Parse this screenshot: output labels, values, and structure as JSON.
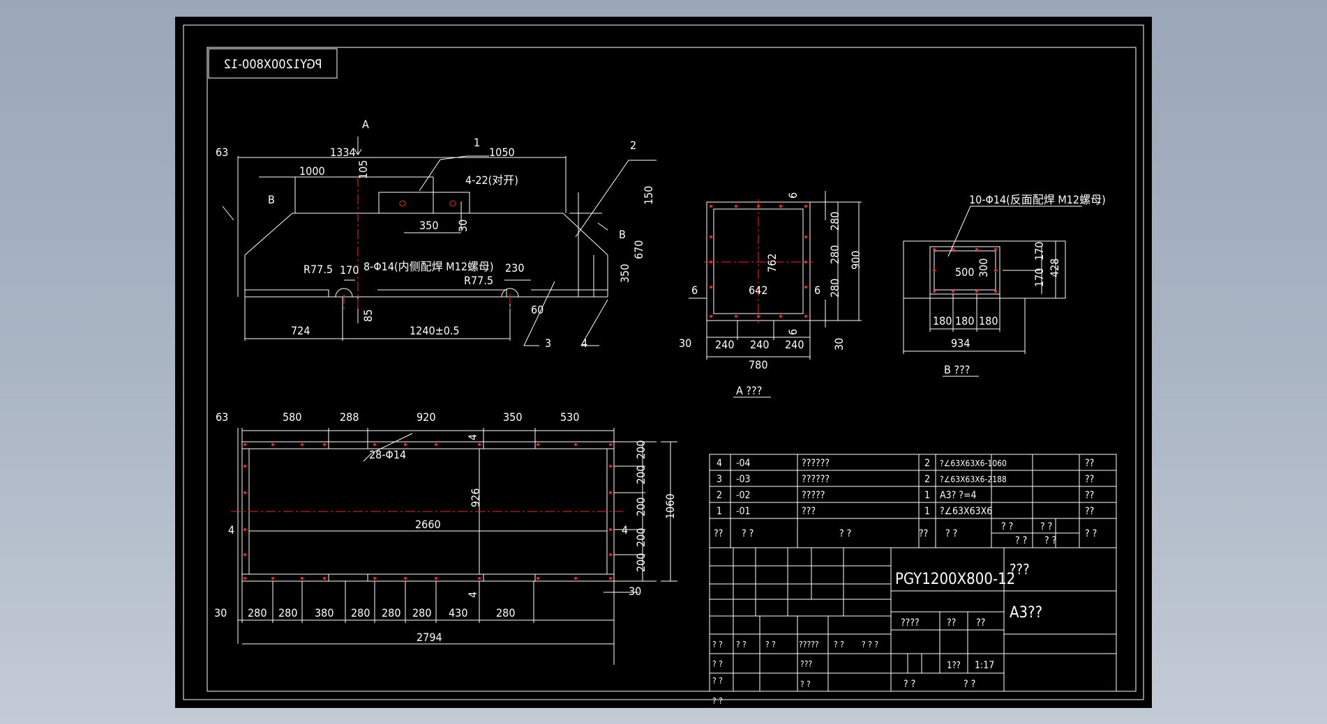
{
  "drawing": {
    "title_stamp": "PGY1200X800-12",
    "colors": {
      "background": "#000000",
      "lines": "#ffffff",
      "centerlines": "#ff2222",
      "viewport_bg": "#9aa7b8"
    },
    "elevation": {
      "view_arrow": "A",
      "dims": {
        "d63": "63",
        "d1334": "1334",
        "d1050": "1050",
        "d1000": "1000",
        "d105": "105",
        "bolts": "4-22(对开)",
        "d350": "350",
        "d30": "30",
        "d150": "150",
        "d670": "670",
        "d350v": "350",
        "r77a": "R77.5",
        "d170": "170",
        "holes": "8-Φ14(内侧配焊 M12螺母)",
        "d230": "230",
        "r77b": "R77.5",
        "d60": "60",
        "d85": "85",
        "d724": "724",
        "d1240": "1240±0.5"
      },
      "leaders": [
        "1",
        "2",
        "3",
        "4"
      ],
      "section_b": "B"
    },
    "view_a": {
      "dims": {
        "d6a": "6",
        "d762": "762",
        "d280a": "280",
        "d280b": "280",
        "d280c": "280",
        "d900": "900",
        "d6b": "6",
        "d642": "642",
        "d6c": "6",
        "d6d": "6",
        "d30a": "30",
        "d240a": "240",
        "d240b": "240",
        "d240c": "240",
        "d30b": "30",
        "d780": "780"
      },
      "caption": "A ???"
    },
    "view_b": {
      "note": "10-Φ14(反面配焊 M12螺母)",
      "dims": {
        "d500": "500",
        "d300": "300",
        "d170a": "170",
        "d170b": "170",
        "d428": "428",
        "d180a": "180",
        "d180b": "180",
        "d180c": "180",
        "d934": "934"
      },
      "caption": "B ???"
    },
    "plan": {
      "top_dims": {
        "d63": "63",
        "d580": "580",
        "d288": "288",
        "d920": "920",
        "d350": "350",
        "d530": "530"
      },
      "holes": "28-Φ14",
      "d926": "926",
      "d2660": "2660",
      "d4a": "4",
      "d4b": "4",
      "d4c": "4",
      "d4d": "4",
      "right_dims": {
        "d200a": "200",
        "d200b": "200",
        "d200c": "200",
        "d200d": "200",
        "d200e": "200",
        "d1060": "1060"
      },
      "bottom_dims": [
        "280",
        "280",
        "380",
        "280",
        "280",
        "280",
        "430",
        "280"
      ],
      "d30a": "30",
      "d30b": "30",
      "d2794": "2794"
    },
    "bom": [
      {
        "no": "4",
        "code": "-04",
        "name": "??????",
        "qty": "2",
        "spec": "?∠63X63X6-1060",
        "remark": "??"
      },
      {
        "no": "3",
        "code": "-03",
        "name": "??????",
        "qty": "2",
        "spec": "?∠63X63X6-2188",
        "remark": "??"
      },
      {
        "no": "2",
        "code": "-02",
        "name": "?????",
        "qty": "1",
        "spec": "A3? ?=4",
        "remark": "??"
      },
      {
        "no": "1",
        "code": "-01",
        "name": "???",
        "qty": "1",
        "spec": "?∠63X63X6",
        "remark": "??"
      }
    ],
    "bom_header": {
      "h1": "??",
      "h2": "?   ?",
      "h3": "?   ?",
      "h4": "??",
      "h5": "?  ?",
      "h6": "? ?",
      "h7": "? ?",
      "h8": "? ?",
      "h9": "? ?",
      "h10": "? ?"
    },
    "title_block": {
      "drawing_no": "PGY1200X800-12",
      "name_cell": "???",
      "material": "A3??",
      "stage": "????",
      "weight": "??",
      "scale_label": "??",
      "sheet": "1??",
      "scale": "1:17",
      "bottom_left": "?  ?",
      "bottom_right": "?  ?",
      "rev_cells": [
        "? ?",
        "? ?",
        "? ?",
        "?????",
        "? ?",
        "? ? ?"
      ],
      "sign_rows": [
        "? ?",
        "? ?",
        "? ?"
      ],
      "sign_extra": [
        "???",
        "? ?"
      ]
    }
  }
}
